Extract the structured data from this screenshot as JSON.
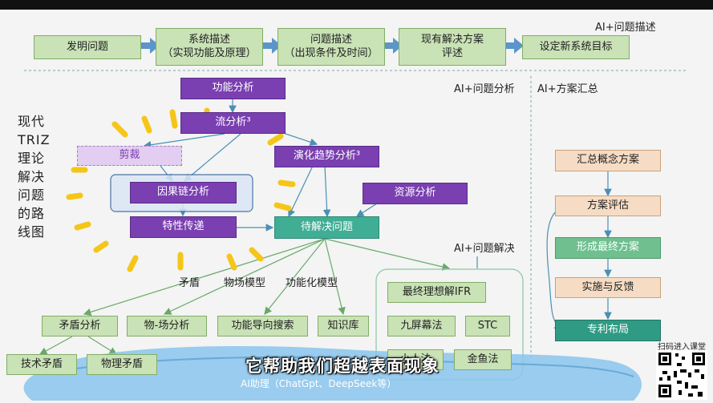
{
  "top_flow": {
    "title": "AI+问题描述",
    "steps": [
      "发明问题",
      "系统描述\n（实现功能及原理）",
      "问题描述\n（出现条件及时间）",
      "现有解决方案\n评述",
      "设定新系统目标"
    ]
  },
  "section_labels": {
    "analysis": "AI+问题分析",
    "summary": "AI+方案汇总",
    "solve": "AI+问题解决"
  },
  "left_title": "现代\nTRIZ\n理论\n解决\n问题\n的路\n线图",
  "analysis_nodes": {
    "function_analysis": "功能分析",
    "flow_analysis": "流分析³",
    "trimming": "剪裁",
    "evolution": "演化趋势分析³",
    "cause_chain": "因果链分析",
    "resource": "资源分析",
    "feature_transfer": "特性传递",
    "problem": "待解决问题"
  },
  "model_labels": [
    "矛盾",
    "物场模型",
    "功能化模型"
  ],
  "tools": {
    "contradiction": "矛盾分析",
    "su_field": "物-场分析",
    "function_search": "功能导向搜索",
    "knowledge": "知识库",
    "tech_contradiction": "技术矛盾",
    "phys_contradiction": "物理矛盾"
  },
  "solve_tools": {
    "ifr": "最终理想解IFR",
    "nine_screen": "九屏幕法",
    "stc": "STC",
    "little_people": "小人法",
    "goldfish": "金鱼法"
  },
  "summary_flow": [
    "汇总概念方案",
    "方案评估",
    "形成最终方案",
    "实施与反馈",
    "专利布局"
  ],
  "overlay": {
    "subtitle": "它帮助我们超越表面现象",
    "caption": "AI助理（ChatGpt、DeepSeek等）",
    "qr_label": "扫码进入课堂"
  },
  "colors": {
    "green_box": "#c9e2b6",
    "purple": "#7a3fb0",
    "teal": "#3fae95",
    "peach": "#f6dcc4",
    "sunburst": "#f5c518"
  }
}
